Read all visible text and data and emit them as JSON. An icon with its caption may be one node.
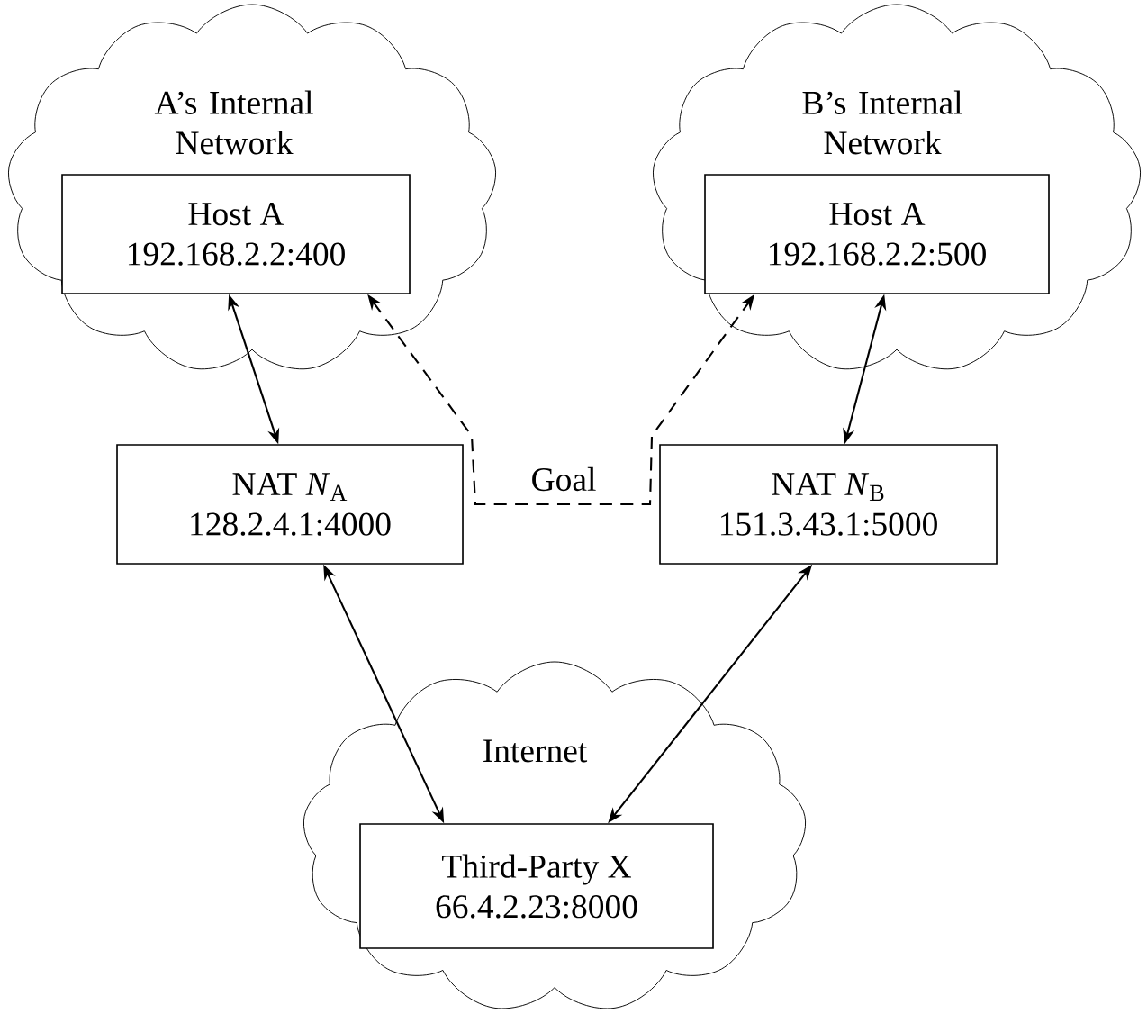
{
  "diagram": {
    "nodes": [
      {
        "text": [
          "A’s Internal Network"
        ]
      },
      {
        "text": [
          "Host A",
          "192.168.2.2:400"
        ],
        "in": 0
      },
      {
        "text": [
          "B’s Internal Network"
        ]
      },
      {
        "text": [
          "Host A",
          "192.168.2.2:500"
        ],
        "in": 2
      },
      {
        "text": [
          "NAT *N*$_{A}$",
          "128.2.4.1:4000"
        ]
      },
      {
        "text": [
          "NAT *N*$_{B}$",
          "151.3.43.1:5000"
        ]
      },
      {
        "text": [
          "Internet"
        ]
      },
      {
        "text": [
          "Third-Party X",
          "66.4.2.23:8000"
        ],
        "in": 6
      }
    ],
    "edges": [
      {
        "from": 1,
        "to": 4,
        "arrow": "both"
      },
      {
        "from": 3,
        "to": 5,
        "arrow": "both"
      },
      {
        "from": 4,
        "to": 7,
        "arrow": "both"
      },
      {
        "from": 5,
        "to": 7,
        "arrow": "both"
      },
      {
        "from": 1,
        "to": 3,
        "arrow": "both",
        "style": "dashed",
        "label": "Goal"
      }
    ]
  }
}
